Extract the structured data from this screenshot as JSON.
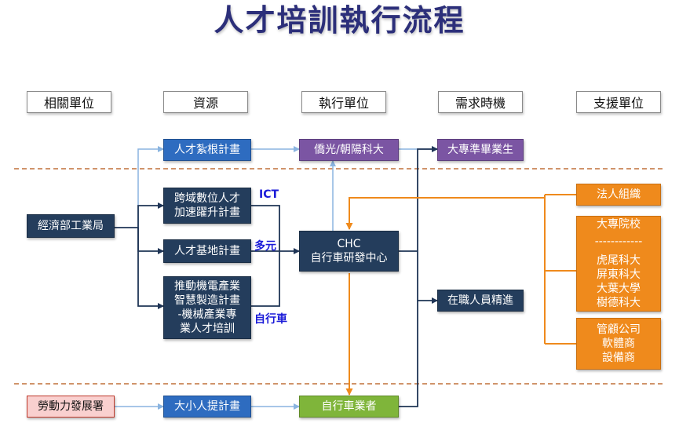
{
  "title": "人才培訓執行流程",
  "headers": [
    "相關單位",
    "資源",
    "執行單位",
    "需求時機",
    "支援單位"
  ],
  "nodes": {
    "moea": "經濟部工業局",
    "mol": "勞動力發展署",
    "talent_root": "人才紮根計畫",
    "digital_1": "跨域數位人才",
    "digital_2": "加速躍升計畫",
    "talent_base": "人才基地計畫",
    "mech_1": "推動機電產業",
    "mech_2": "智慧製造計畫",
    "mech_3": "-機械產業專",
    "mech_4": "業人才培訓",
    "small_big": "大小人提計畫",
    "schools_exec": "僑光/朝陽科大",
    "chc_1": "CHC",
    "chc_2": "自行車研發中心",
    "industry": "自行車業者",
    "graduates": "大專準畢業生",
    "in_service": "在職人員精進",
    "legal_org": "法人組織",
    "colleges_title": "大專院校",
    "colleges_sep": "------------",
    "colleges_1": "虎尾科大",
    "colleges_2": "屏東科大",
    "colleges_3": "大葉大學",
    "colleges_4": "樹德科大",
    "vendors_1": "管顧公司",
    "vendors_2": "軟體商",
    "vendors_3": "設備商"
  },
  "tags": {
    "ict": "ICT",
    "diverse": "多元",
    "bicycle": "自行車"
  },
  "colors": {
    "navy": "#243d5c",
    "blue": "#2e6cc0",
    "purple": "#7b55a3",
    "green": "#7fb53a",
    "orange": "#ef8a1c",
    "light_blue": "#8ab4e0",
    "dashed": "#c0703a",
    "dark_line": "#1f3556"
  }
}
